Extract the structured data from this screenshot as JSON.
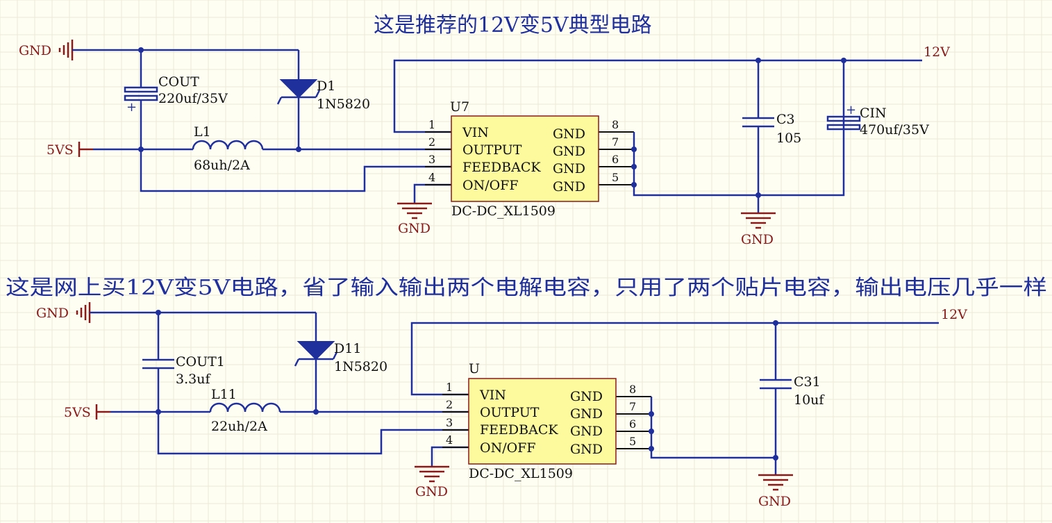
{
  "titles": {
    "top": "这是推荐的12V变5V典型电路",
    "bottom": "这是网上买12V变5V电路，省了输入输出两个电解电容，只用了两个贴片电容，输出电压几乎一样"
  },
  "top_circuit": {
    "gnd_label": "GND",
    "out_net": "5VS",
    "in_net": "12V",
    "cout": {
      "name": "COUT",
      "value": "220uf/35V"
    },
    "diode": {
      "name": "D1",
      "value": "1N5820"
    },
    "inductor": {
      "name": "L1",
      "value": "68uh/2A"
    },
    "ic": {
      "ref": "U7",
      "part": "DC-DC_XL1509"
    },
    "c3": {
      "name": "C3",
      "value": "105"
    },
    "cin": {
      "name": "CIN",
      "value": "470uf/35V"
    },
    "ic_gnd": "GND",
    "cap_gnd": "GND"
  },
  "bottom_circuit": {
    "gnd_label": "GND",
    "out_net": "5VS",
    "in_net": "12V",
    "cout": {
      "name": "COUT1",
      "value": "3.3uf"
    },
    "diode": {
      "name": "D11",
      "value": "1N5820"
    },
    "inductor": {
      "name": "L11",
      "value": "22uh/2A"
    },
    "ic": {
      "ref": "U",
      "part": "DC-DC_XL1509"
    },
    "c31": {
      "name": "C31",
      "value": "10uf"
    },
    "ic_gnd": "GND",
    "cap_gnd": "GND"
  },
  "ic_pins": {
    "left": [
      "VIN",
      "OUTPUT",
      "FEEDBACK",
      "ON/OFF"
    ],
    "left_numbers": [
      "1",
      "2",
      "3",
      "4"
    ],
    "right": [
      "GND",
      "GND",
      "GND",
      "GND"
    ],
    "right_numbers": [
      "8",
      "7",
      "6",
      "5"
    ]
  },
  "colors": {
    "wire": "#1f2f9c",
    "power_symbol": "#8a1a1a",
    "ic_fill": "#fcfa9c",
    "background": "#fffef2"
  }
}
